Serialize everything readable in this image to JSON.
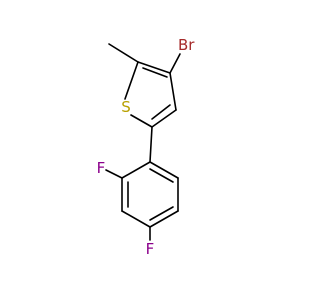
{
  "atoms": {
    "br": "Br",
    "s": "S",
    "f_top": "F",
    "f_bottom": "F"
  },
  "colors": {
    "bond": "#000000",
    "bromine": "#a52a2a",
    "sulfur": "#b8a000",
    "fluorine": "#8b008b",
    "background": "#ffffff"
  }
}
